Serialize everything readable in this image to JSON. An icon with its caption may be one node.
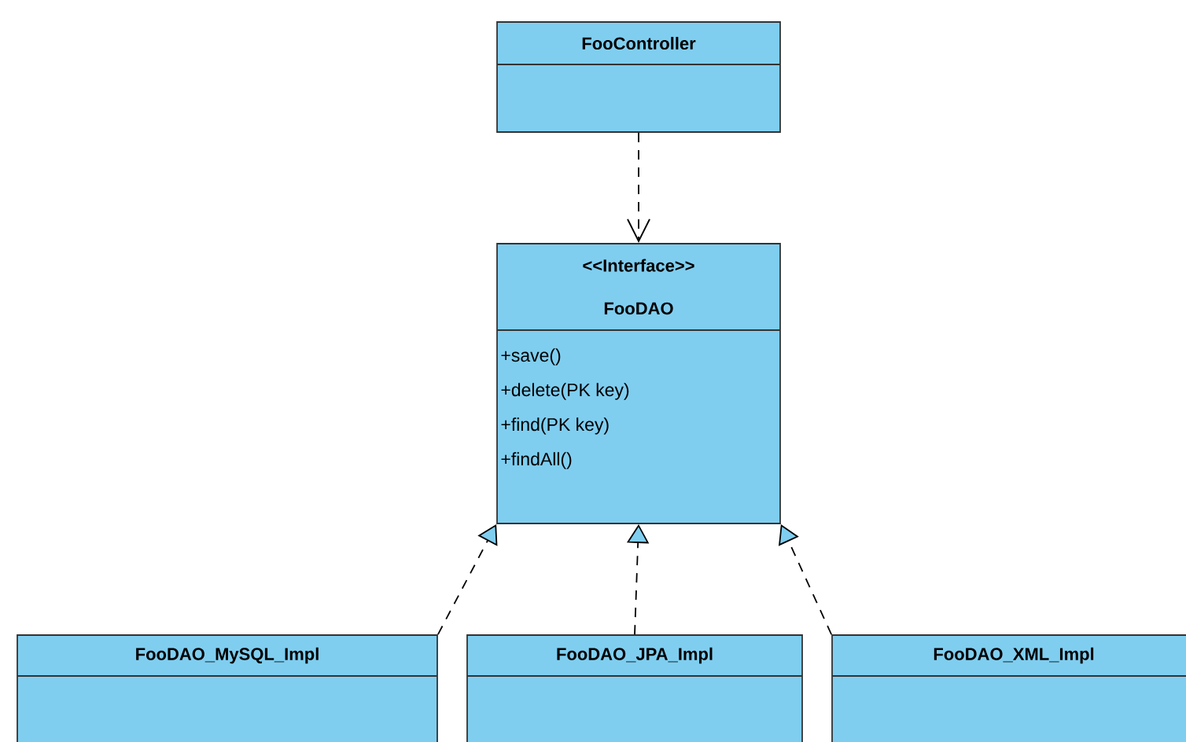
{
  "diagram": {
    "nodes": [
      {
        "text": [
          "FooController"
        ]
      },
      {
        "text": [
          "<<Interface>>",
          "FooDAO",
          "+save()",
          "+delete(PK key)",
          "+find(PK key)",
          "+findAll()"
        ]
      },
      {
        "text": [
          "FooDAO_MySQL_Impl"
        ]
      },
      {
        "text": [
          "FooDAO_JPA_Impl"
        ]
      },
      {
        "text": [
          "FooDAO_XML_Impl"
        ]
      }
    ],
    "edges": [
      {
        "from": 0,
        "to": 1,
        "arrow": "to",
        "style": "dashed"
      },
      {
        "from": 2,
        "to": 1,
        "arrow": "to",
        "style": "dashed"
      },
      {
        "from": 3,
        "to": 1,
        "arrow": "to",
        "style": "dashed"
      },
      {
        "from": 4,
        "to": 1,
        "arrow": "to",
        "style": "dashed"
      }
    ]
  }
}
